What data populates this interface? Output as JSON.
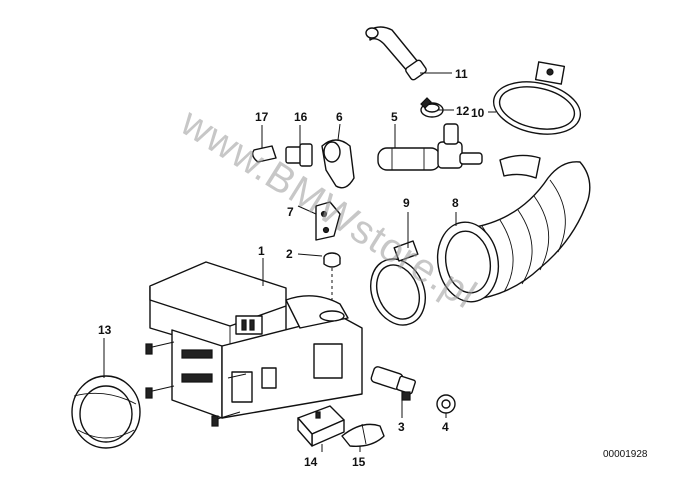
{
  "watermark": "www.BMWstore.pl",
  "document_number": "00001928",
  "callouts": [
    "1",
    "2",
    "3",
    "4",
    "5",
    "6",
    "7",
    "8",
    "9",
    "10",
    "11",
    "12",
    "13",
    "14",
    "15",
    "16",
    "17"
  ]
}
